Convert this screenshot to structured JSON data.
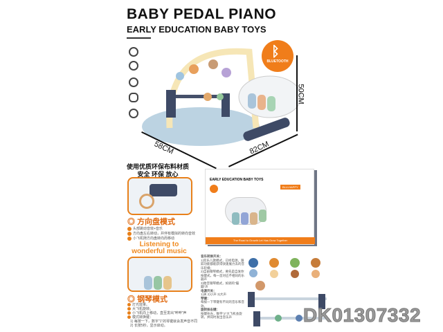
{
  "header": {
    "title": "BABY PEDAL PIANO",
    "subtitle": "EARLY EDUCATION BABY TOYS"
  },
  "features": [
    "music-note-icon",
    "baby-face-icon",
    "no-paint-icon",
    "footprint-icon",
    "hand-icon"
  ],
  "badge": {
    "label": "BLUETOOTH",
    "color": "#f07d1a"
  },
  "dimensions": {
    "width": "58CM",
    "length": "82CM",
    "height": "50CM"
  },
  "material": {
    "line1": "使用优质环保布料材质",
    "line2": "安全 环保 放心"
  },
  "steering_mode": {
    "title": "方向盘模式",
    "items": [
      "头部跳动音效+音乐",
      "方向盘左右转动，并伴有模拟的转向音效",
      "小飞机随方向盘转向而移动"
    ]
  },
  "listening": {
    "line1": "Listening to",
    "line2": "wonderful music"
  },
  "piano_mode": {
    "title": "钢琴模式",
    "items": [
      "灯光效果。",
      "大飞机旋转。",
      "小飞机向上移动，直至发出\"哔哔\"声",
      "模式转换键：",
      "1) 每按一下，数字\"1\"的琴键就会发声音不同",
      "2) 长按5秒，显示启动。"
    ]
  },
  "middle_notes": [
    "音乐转换开关：",
    "1)欢乐儿歌模式，已经电源，跟踪功能都能获得快速展力去的音乐轮播；",
    "2)自由钢琴模式，要先是自发你按键式，每一首对应不相同的乐器声",
    "3)胎音钢琴模式，如调的\"蹦蹦\"声",
    "电源开关：",
    "1)关 2)小声 3)大声",
    "琴键：",
    "每按一下琴键有不同的音乐和音效。",
    "旋转按击键：",
    "按键往左，数字\"2\"大飞机会旋转，并同时发出音乐声"
  ],
  "package": {
    "title": "EARLY EDUCATION BABY TOYS",
    "tag": "BLU-HAPPY",
    "slogan": "The Road to Growth Let Has Grow Together"
  },
  "product_code": "DK01307332"
}
